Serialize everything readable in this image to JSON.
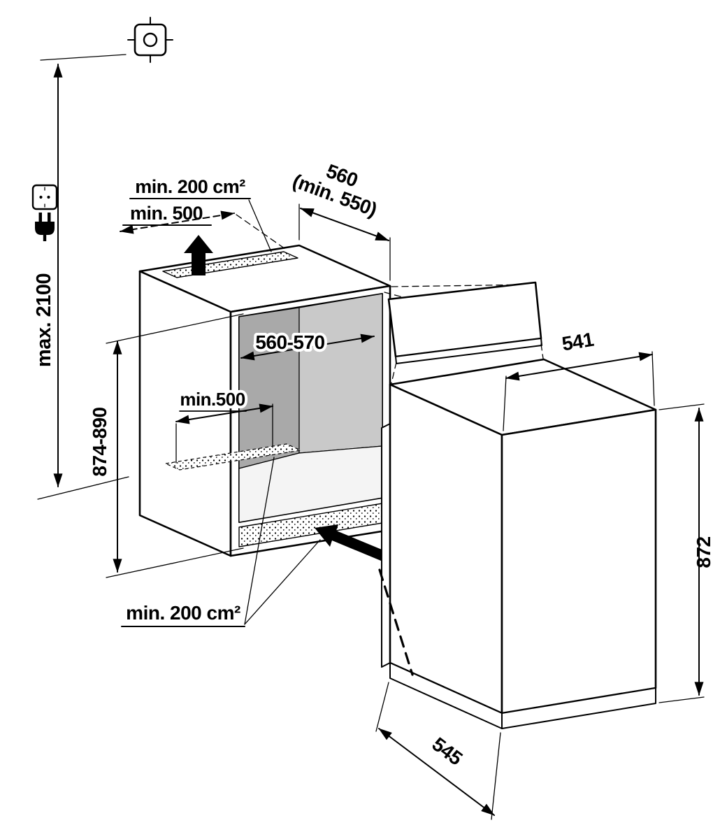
{
  "labels": {
    "max_height": "max. 2100",
    "top_vent_area": "min. 200 cm²",
    "top_vent_length": "min. 500",
    "niche_depth": "560",
    "niche_depth_min": "(min. 550)",
    "niche_width": "560-570",
    "floor_vent_length": "min.500",
    "niche_height": "874-890",
    "bottom_vent_area": "min. 200 cm²",
    "appliance_width": "541",
    "appliance_height": "872",
    "appliance_depth": "545"
  },
  "icons": {
    "registration_mark": "registration-mark",
    "socket": "power-socket-icon",
    "plug": "power-plug-icon",
    "airflow_up": "airflow-up-arrow",
    "airflow_in": "airflow-in-arrow"
  },
  "colors": {
    "line": "#000000",
    "interior_side_wall": "#a9a9a9",
    "interior_back_wall": "#c9c9c9",
    "interior_floor": "#f4f4f4",
    "background": "#ffffff"
  }
}
